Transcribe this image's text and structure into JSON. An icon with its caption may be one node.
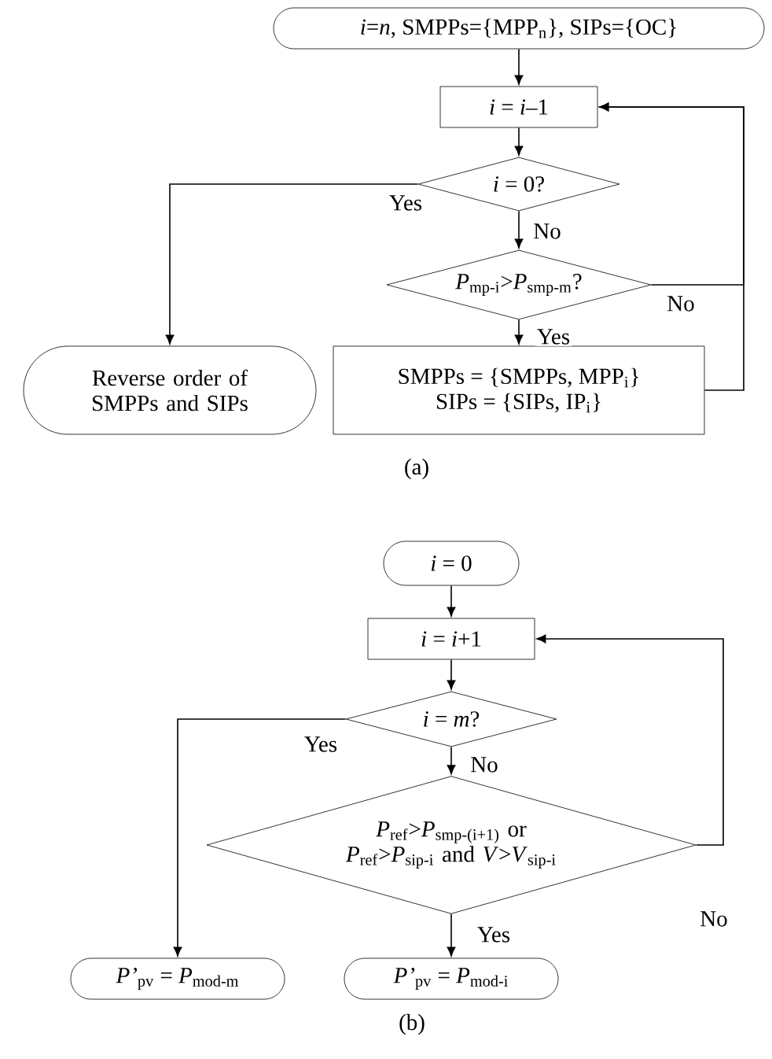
{
  "diagram": {
    "nodes": [
      {
        "text": [
          "*i*=*n*, SMPPs={MPP$_{n}$}, SIPs={OC}"
        ]
      },
      {
        "text": [
          "*i* = *i*–1"
        ]
      },
      {
        "text": [
          "*i* = 0?"
        ]
      },
      {
        "text": [
          "*P*$_{mp-i}$>*P*$_{smp-m}$?"
        ]
      },
      {
        "text": [
          "Reverse order of SMPPs and SIPs"
        ]
      },
      {
        "text": [
          "SMPPs = {SMPPs, MPP$_{i}$}",
          "SIPs = {SIPs, IP$_{i}$}"
        ]
      },
      {
        "text": [
          "*i* = 0"
        ]
      },
      {
        "text": [
          "*i* = *i*+1"
        ]
      },
      {
        "text": [
          "*i* = *m*?"
        ]
      },
      {
        "text": [
          "*P*$_{ref}$>*P*$_{smp-(i+1)}$ or *P*$_{ref}$>*P*$_{sip-i}$ and *V*>*V*$_{sip-i}$"
        ]
      },
      {
        "text": [
          "*P’*$_{pv}$ = *P*$_{mod-m}$"
        ]
      },
      {
        "text": [
          "*P’*$_{pv}$ = *P*$_{mod-i}$"
        ]
      }
    ],
    "edges": [
      {
        "from": 0,
        "to": 1,
        "arrow": "to"
      },
      {
        "from": 1,
        "to": 2,
        "arrow": "to"
      },
      {
        "from": 2,
        "to": 4,
        "arrow": "to",
        "label": "Yes"
      },
      {
        "from": 2,
        "to": 3,
        "arrow": "to",
        "label": "No"
      },
      {
        "from": 3,
        "to": 5,
        "arrow": "to",
        "label": "Yes"
      },
      {
        "from": 3,
        "to": 1,
        "arrow": "to",
        "label": "No"
      },
      {
        "from": 5,
        "to": 1,
        "arrow": "to"
      },
      {
        "from": 6,
        "to": 7,
        "arrow": "to"
      },
      {
        "from": 7,
        "to": 8,
        "arrow": "to"
      },
      {
        "from": 8,
        "to": 10,
        "arrow": "to",
        "label": "Yes"
      },
      {
        "from": 8,
        "to": 9,
        "arrow": "to",
        "label": "No"
      },
      {
        "from": 9,
        "to": 11,
        "arrow": "to",
        "label": "Yes"
      },
      {
        "from": 9,
        "to": 7,
        "arrow": "to",
        "label": "No"
      }
    ],
    "labels": [
      "(a)",
      "(b)"
    ]
  }
}
